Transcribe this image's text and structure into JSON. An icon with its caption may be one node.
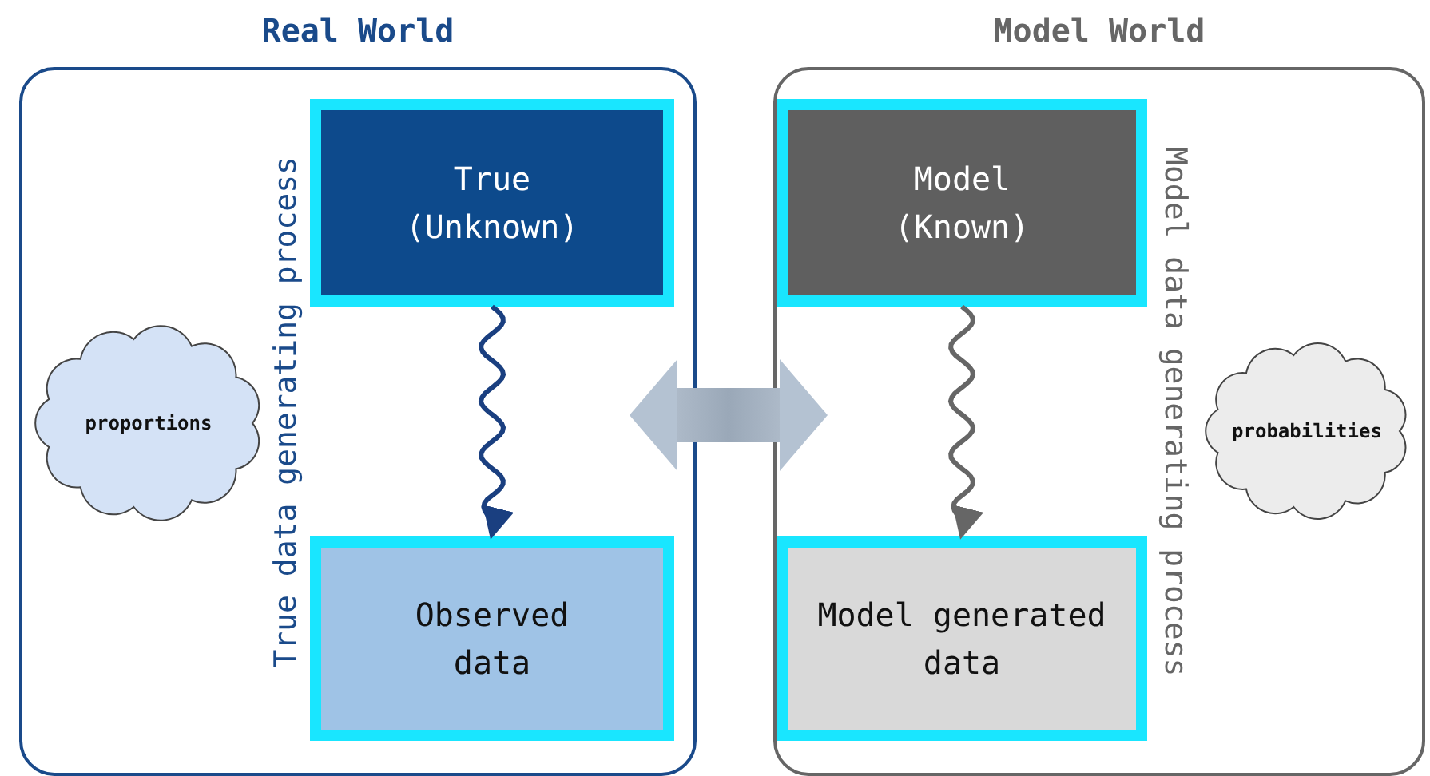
{
  "diagram": {
    "nodes": [
      {
        "text": [
          "Real World",
          "True data generating process"
        ]
      },
      {
        "text": [
          "True (Unknown)"
        ],
        "in": 0
      },
      {
        "text": [
          "Observed data"
        ],
        "in": 0
      },
      {
        "text": [
          "Model World",
          "Model data generating process"
        ]
      },
      {
        "text": [
          "Model (Known)"
        ],
        "in": 3
      },
      {
        "text": [
          "Model generated data"
        ],
        "in": 3
      },
      {
        "text": [
          "proportions"
        ],
        "in": 0
      },
      {
        "text": [
          "probabilities"
        ],
        "in": 3
      }
    ],
    "edges": [
      {
        "from": 1,
        "to": 2,
        "arrow": "to",
        "color": "#1a3f80"
      },
      {
        "from": 4,
        "to": 5,
        "arrow": "to",
        "color": "#666666"
      },
      {
        "from": 0,
        "to": 3,
        "arrow": "both",
        "style": "thick",
        "color": "#9aa8b8"
      }
    ]
  }
}
